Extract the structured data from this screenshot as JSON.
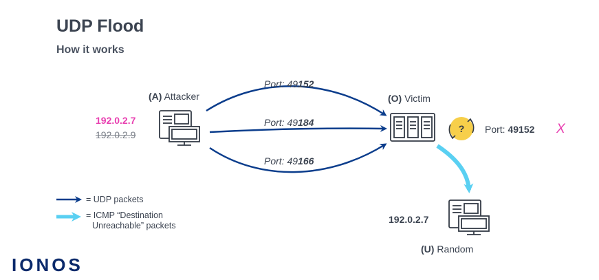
{
  "header": {
    "title": "UDP Flood",
    "subtitle": "How it works"
  },
  "attacker": {
    "tag": "(A)",
    "name": "Attacker",
    "ip_spoofed": "192.0.2.7",
    "ip_real": "192.0.2.9"
  },
  "victim": {
    "tag": "(O)",
    "name": "Victim",
    "port_prefix": "Port:",
    "port_value": "49152",
    "check_glyph": "?",
    "fail_glyph": "X"
  },
  "random_host": {
    "tag": "(U)",
    "name": "Random",
    "ip": "192.0.2.7"
  },
  "packets": [
    {
      "prefix": "Port: 49",
      "suffix": "152"
    },
    {
      "prefix": "Port: 49",
      "suffix": "184"
    },
    {
      "prefix": "Port: 49",
      "suffix": "166"
    }
  ],
  "legend": {
    "udp": "= UDP packets",
    "icmp_line1": "= ICMP “Destination",
    "icmp_line2": "Unreachable” packets"
  },
  "brand": "IONOS",
  "colors": {
    "udp_arrow": "#0b3d8c",
    "icmp_arrow": "#5ad0f2",
    "spoof_ip": "#e83fb0",
    "query_badge": "#f7cf4a",
    "fail_x": "#e83fb0"
  }
}
